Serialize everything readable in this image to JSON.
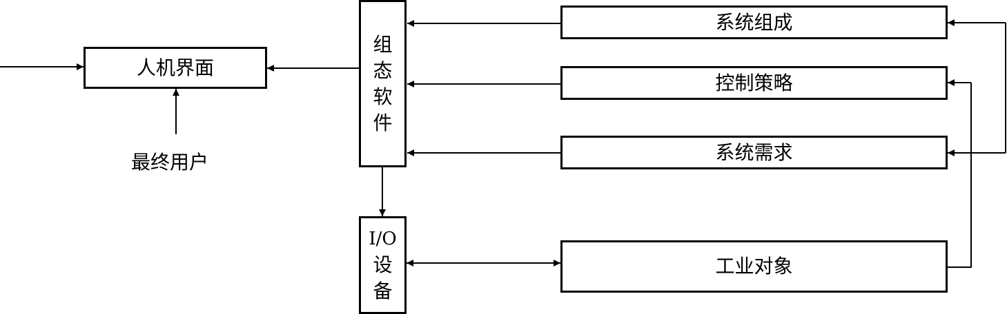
{
  "diagram": {
    "hmi": "人机界面",
    "end_user": "最终用户",
    "config_software": [
      "组",
      "态",
      "软",
      "件"
    ],
    "io_device": [
      "I/O",
      "设",
      "备"
    ],
    "system_composition": "系统组成",
    "control_strategy": "控制策略",
    "system_requirements": "系统需求",
    "industrial_object": "工业对象"
  }
}
